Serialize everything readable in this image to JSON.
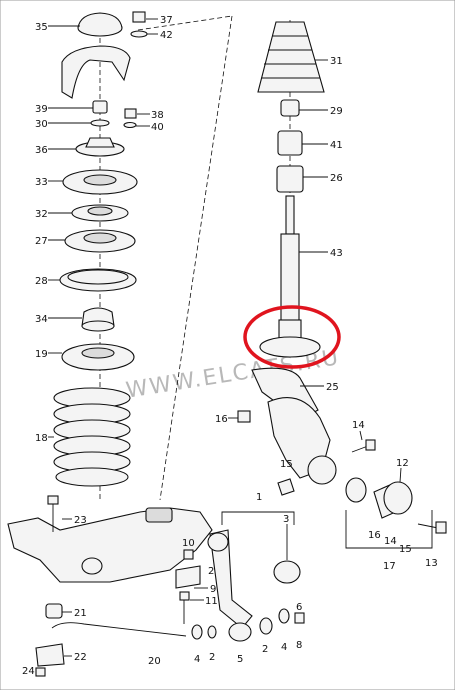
{
  "watermark": "WWW.ELCATS.RU",
  "highlight_color": "#e0141e",
  "callouts": [
    {
      "id": "l35",
      "text": "35"
    },
    {
      "id": "l37",
      "text": "37"
    },
    {
      "id": "l42",
      "text": "42"
    },
    {
      "id": "l39",
      "text": "39"
    },
    {
      "id": "l30",
      "text": "30"
    },
    {
      "id": "l38",
      "text": "38"
    },
    {
      "id": "l40",
      "text": "40"
    },
    {
      "id": "l36",
      "text": "36"
    },
    {
      "id": "l33",
      "text": "33"
    },
    {
      "id": "l32",
      "text": "32"
    },
    {
      "id": "l27",
      "text": "27"
    },
    {
      "id": "l28",
      "text": "28"
    },
    {
      "id": "l34",
      "text": "34"
    },
    {
      "id": "l19",
      "text": "19"
    },
    {
      "id": "l18",
      "text": "18"
    },
    {
      "id": "l31",
      "text": "31"
    },
    {
      "id": "l29",
      "text": "29"
    },
    {
      "id": "l41",
      "text": "41"
    },
    {
      "id": "l26",
      "text": "26"
    },
    {
      "id": "l43",
      "text": "43"
    },
    {
      "id": "l25",
      "text": "25"
    },
    {
      "id": "l16",
      "text": "16"
    },
    {
      "id": "l14",
      "text": "14"
    },
    {
      "id": "l15a",
      "text": "15"
    },
    {
      "id": "l12",
      "text": "12"
    },
    {
      "id": "l16b",
      "text": "16"
    },
    {
      "id": "l14b",
      "text": "14"
    },
    {
      "id": "l15b",
      "text": "15"
    },
    {
      "id": "l17",
      "text": "17"
    },
    {
      "id": "l13",
      "text": "13"
    },
    {
      "id": "l1",
      "text": "1"
    },
    {
      "id": "l3",
      "text": "3"
    },
    {
      "id": "l23",
      "text": "23"
    },
    {
      "id": "l10",
      "text": "10"
    },
    {
      "id": "l9",
      "text": "9"
    },
    {
      "id": "l11",
      "text": "11"
    },
    {
      "id": "l21",
      "text": "21"
    },
    {
      "id": "l22",
      "text": "22"
    },
    {
      "id": "l24",
      "text": "24"
    },
    {
      "id": "l20",
      "text": "20"
    },
    {
      "id": "l4",
      "text": "4"
    },
    {
      "id": "l2a",
      "text": "2"
    },
    {
      "id": "l2b",
      "text": "2"
    },
    {
      "id": "l5",
      "text": "5"
    },
    {
      "id": "l4b",
      "text": "4"
    },
    {
      "id": "l6",
      "text": "6"
    },
    {
      "id": "l8",
      "text": "8"
    },
    {
      "id": "l2c",
      "text": "2"
    }
  ]
}
